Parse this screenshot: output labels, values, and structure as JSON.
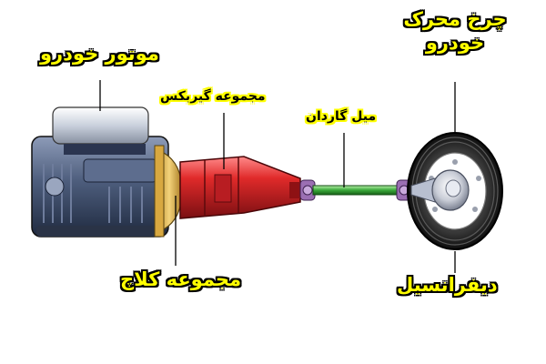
{
  "labels": {
    "engine": "موتور خودرو",
    "gearbox": "مجموعه گیربکس",
    "driveshaft": "میل گاردان",
    "wheel_line1": "چرخ محرک",
    "wheel_line2": "خودرو",
    "clutch": "مجموعه کلاچ",
    "differential": "دیفرانسیل"
  },
  "colors": {
    "label_fill": "#ffff00",
    "label_outline": "#000000",
    "gearbox": "#d4232b",
    "driveshaft": "#3aa83a",
    "universal_joint": "#9b6fb3",
    "engine_body": "#4a5a78",
    "clutch_housing": "#e6b84a",
    "tire": "#1a1a1a"
  }
}
